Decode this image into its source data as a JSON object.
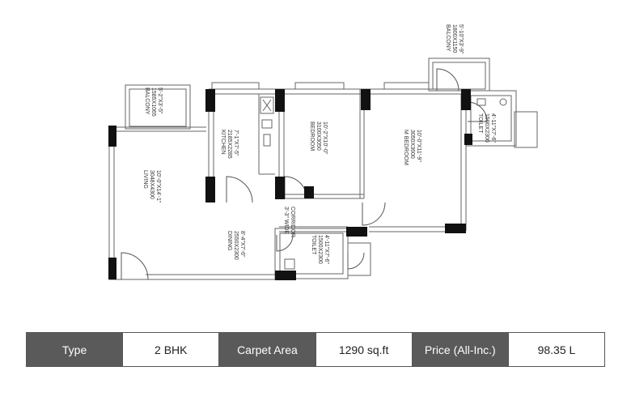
{
  "rooms": {
    "balcony_1": {
      "name": "BALCONY",
      "dims": "1585X1065",
      "size": "5'-2\"X3'-5\""
    },
    "kitchen": {
      "name": "KITCHEN",
      "dims": "2185X2285",
      "size": "7'-1\"X7'-5\""
    },
    "bedroom": {
      "name": "BEDROOM",
      "dims": "3100X3050",
      "size": "10'-2\"X10'-0\""
    },
    "master_bedroom": {
      "name": "M BEDROOM",
      "dims": "3050X3600",
      "size": "10'-0\"X11'-9\""
    },
    "balcony_2": {
      "name": "BALCONY",
      "dims": "1800X1150",
      "size": "5'-10\"X3'-9\""
    },
    "toilet_1": {
      "name": "TOILET",
      "dims": "1500X2300",
      "size": "4'-11\"X7'-6\""
    },
    "living": {
      "name": "LIVING",
      "dims": "3048X4300",
      "size": "10'-0\"X14'-1\""
    },
    "corridor": {
      "name": "CORRIDOR",
      "dims": "3'-3\" WIDE",
      "size": ""
    },
    "dining": {
      "name": "DINING",
      "dims": "2550X2300",
      "size": "8'-4\"X7'-6\""
    },
    "toilet_2": {
      "name": "TOILET",
      "dims": "1500X2300",
      "size": "4'-11\"X7'-6\""
    }
  },
  "specs": {
    "type_label": "Type",
    "type_value": "2 BHK",
    "area_label": "Carpet Area",
    "area_value": "1290 sq.ft",
    "price_label": "Price (All-Inc.)",
    "price_value": "98.35 L"
  },
  "colors": {
    "label_bg": "#5a5a5a",
    "wall": "#555555",
    "column": "#111111"
  }
}
